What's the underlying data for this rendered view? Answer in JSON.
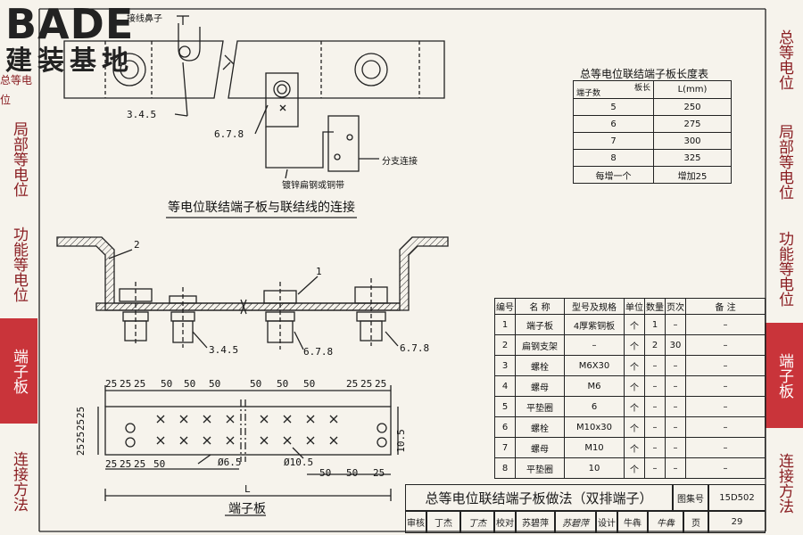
{
  "logo": {
    "brand": "BADE",
    "brand_sub": "建装基地"
  },
  "left_tabs": [
    {
      "label": "总等电位",
      "active": false
    },
    {
      "label": "局部等电位",
      "active": false
    },
    {
      "label": "功能等电位",
      "active": false
    },
    {
      "label": "端子板",
      "active": true
    },
    {
      "label": "连接方法",
      "active": false
    }
  ],
  "right_tabs": [
    {
      "label": "总等电位",
      "active": false
    },
    {
      "label": "局部等电位",
      "active": false
    },
    {
      "label": "功能等电位",
      "active": false
    },
    {
      "label": "端子板",
      "active": true
    },
    {
      "label": "连接方法",
      "active": false
    }
  ],
  "top_drawing": {
    "callout_terminal": "接线鼻子",
    "callout_345": "3.4.5",
    "callout_678": "6.7.8",
    "callout_branch": "分支连接",
    "callout_steel": "镀锌扁钢或铜带",
    "caption": "等电位联结端子板与联结线的连接"
  },
  "length_table": {
    "title": "总等电位联结端子板长度表",
    "head_col1": "端子数",
    "head_col1b": "板长",
    "head_col2": "L(mm)",
    "rows": [
      {
        "n": "5",
        "l": "250"
      },
      {
        "n": "6",
        "l": "275"
      },
      {
        "n": "7",
        "l": "300"
      },
      {
        "n": "8",
        "l": "325"
      },
      {
        "n": "每增一个",
        "l": "增加25"
      }
    ]
  },
  "middle_drawing": {
    "label_2": "2",
    "label_1": "1",
    "callout_a": "3.4.5",
    "callout_b": "6.7.8",
    "callout_c": "6.7.8"
  },
  "plan_drawing": {
    "dims_top": [
      "25",
      "25",
      "25",
      "50",
      "50",
      "50",
      "50",
      "50",
      "50",
      "25",
      "25",
      "25"
    ],
    "dims_left": [
      "25",
      "25",
      "25",
      "25"
    ],
    "dim_right": "10.5",
    "dims_bottom_left": [
      "25",
      "25",
      "25",
      "50"
    ],
    "dims_bottom_right": [
      "50",
      "50",
      "25"
    ],
    "hole_small": "Ø6.5",
    "hole_large": "Ø10.5",
    "length": "L",
    "caption": "端子板"
  },
  "parts_table": {
    "headers": [
      "编号",
      "名 称",
      "型号及规格",
      "单位",
      "数量",
      "页次",
      "备 注"
    ],
    "rows": [
      [
        "1",
        "端子板",
        "4厚紫铜板",
        "个",
        "1",
        "–",
        "–"
      ],
      [
        "2",
        "扁钢支架",
        "–",
        "个",
        "2",
        "30",
        "–"
      ],
      [
        "3",
        "螺栓",
        "M6X30",
        "个",
        "–",
        "–",
        "–"
      ],
      [
        "4",
        "螺母",
        "M6",
        "个",
        "–",
        "–",
        "–"
      ],
      [
        "5",
        "平垫圈",
        "6",
        "个",
        "–",
        "–",
        "–"
      ],
      [
        "6",
        "螺栓",
        "M10x30",
        "个",
        "–",
        "–",
        "–"
      ],
      [
        "7",
        "螺母",
        "M10",
        "个",
        "–",
        "–",
        "–"
      ],
      [
        "8",
        "平垫圈",
        "10",
        "个",
        "–",
        "–",
        "–"
      ]
    ]
  },
  "title_block": {
    "title": "总等电位联结端子板做法（双排端子）",
    "atlas_label": "图集号",
    "atlas_no": "15D502",
    "review_label": "审核",
    "reviewer": "丁杰",
    "reviewer_sig": "丁杰",
    "check_label": "校对",
    "checker": "苏碧萍",
    "checker_sig": "苏碧萍",
    "design_label": "设计",
    "designer": "牛犇",
    "designer_sig": "牛犇",
    "page_label": "页",
    "page_no": "29"
  }
}
